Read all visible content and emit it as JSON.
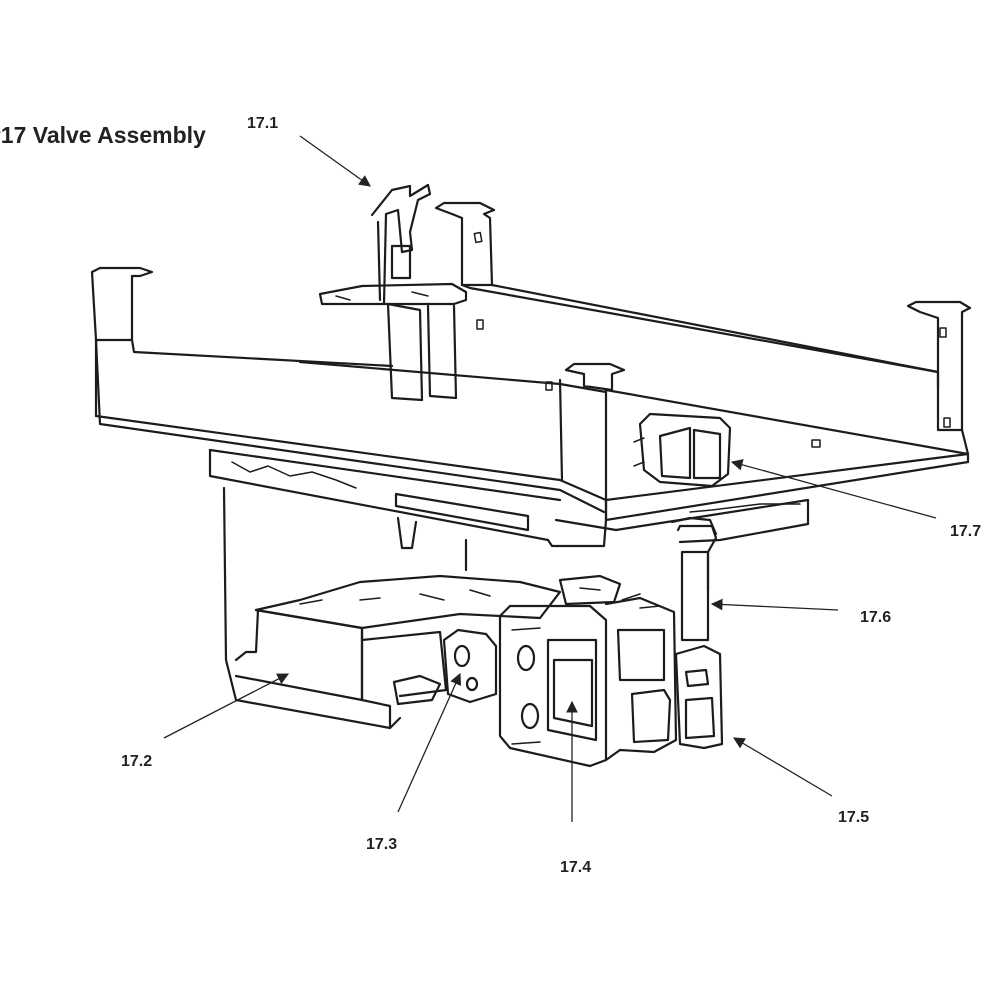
{
  "diagram": {
    "title": "#17 Valve Assembly",
    "callouts": [
      {
        "id": "17.1",
        "label": "17.1"
      },
      {
        "id": "17.2",
        "label": "17.2"
      },
      {
        "id": "17.3",
        "label": "17.3"
      },
      {
        "id": "17.4",
        "label": "17.4"
      },
      {
        "id": "17.5",
        "label": "17.5"
      },
      {
        "id": "17.6",
        "label": "17.6"
      },
      {
        "id": "17.7",
        "label": "17.7"
      }
    ]
  },
  "colors": {
    "line": "#1c1c1c",
    "label": "#222222",
    "background": "#ffffff"
  }
}
